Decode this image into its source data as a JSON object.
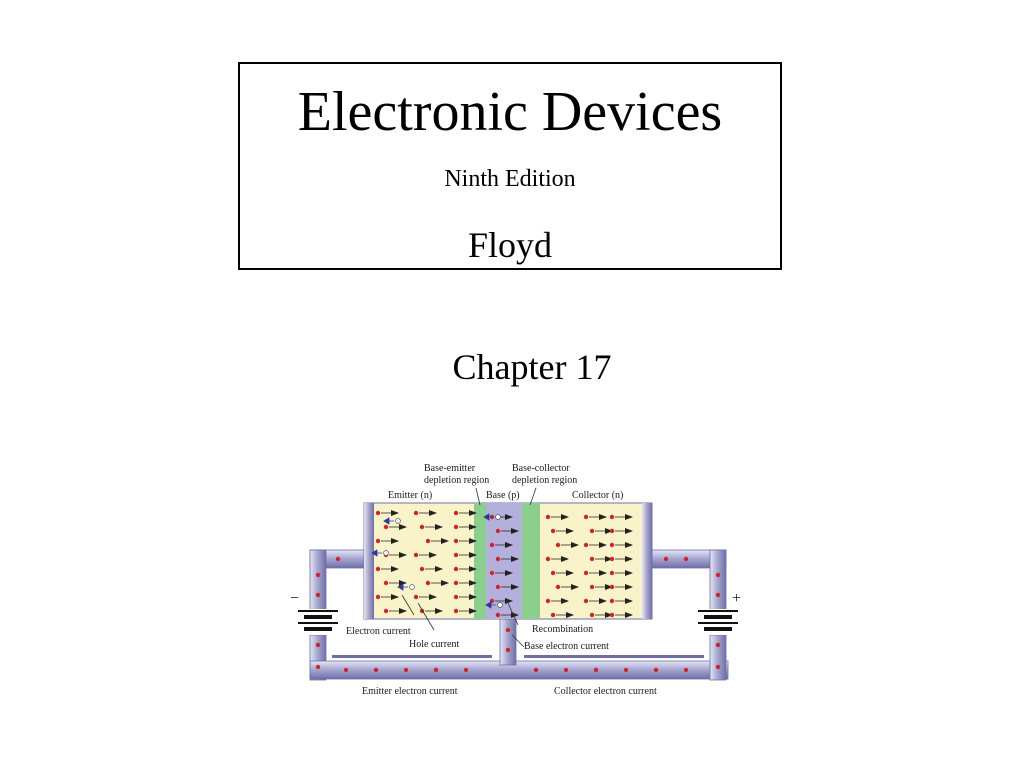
{
  "title_box": {
    "title": "Electronic Devices",
    "edition": "Ninth Edition",
    "author": "Floyd"
  },
  "chapter": "Chapter 17",
  "diagram": {
    "labels": {
      "be_depletion_line1": "Base-emitter",
      "be_depletion_line2": "depletion region",
      "bc_depletion_line1": "Base-collector",
      "bc_depletion_line2": "depletion region",
      "emitter": "Emitter (n)",
      "base": "Base (p)",
      "collector": "Collector (n)",
      "electron_current": "Electron current",
      "hole_current": "Hole current",
      "recombination": "Recombination",
      "base_electron_current": "Base electron current",
      "emitter_electron_current": "Emitter electron current",
      "collector_electron_current": "Collector electron current",
      "minus": "−",
      "plus": "+"
    },
    "colors": {
      "region_n": "#f8f3c8",
      "region_p": "#b4b0dc",
      "depletion": "#8ccf8c",
      "wire": "#a9a9d2",
      "wire_edge": "#6f6fa8",
      "electron": "#d2232a",
      "hole": "#ffffff",
      "arrow": "#222222",
      "hole_arrow": "#2b3a9a"
    }
  }
}
